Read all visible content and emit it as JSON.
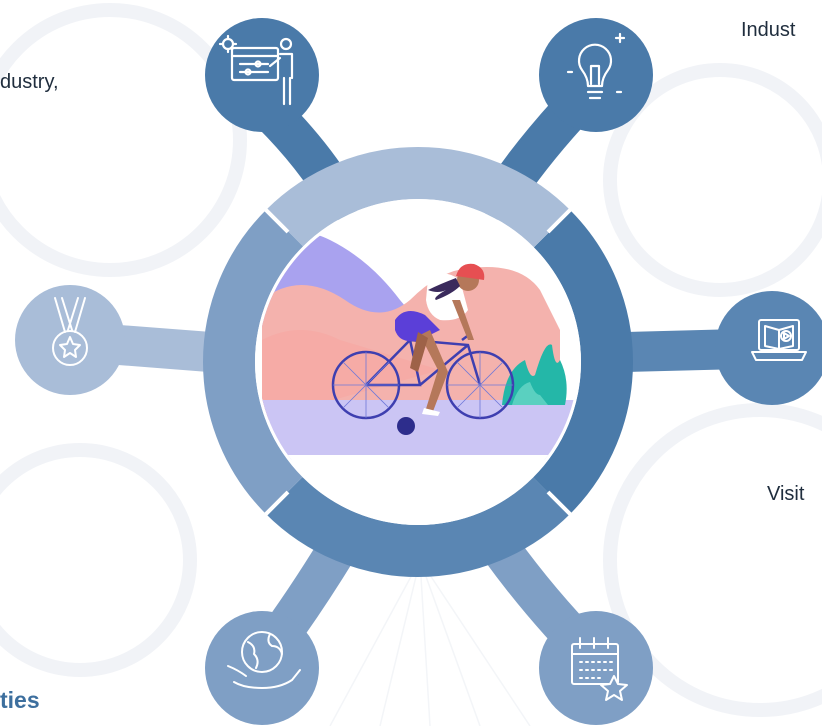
{
  "texts": {
    "left_top": "dustry,",
    "right_top": "Indust",
    "right_mid": "Visit",
    "bottom_left": "ties"
  },
  "colors": {
    "ring_top": "#4a7aa9",
    "ring_right": "#5a86b3",
    "ring_bottom": "#7f9fc5",
    "ring_left": "#a9bdd8",
    "background_pattern": "#f3f5f8",
    "icon_stroke": "#ffffff"
  },
  "nodes": [
    {
      "id": "top-left",
      "icon": "dashboard-presentation-icon"
    },
    {
      "id": "top-right",
      "icon": "lightbulb-idea-icon"
    },
    {
      "id": "left",
      "icon": "medal-award-icon"
    },
    {
      "id": "right",
      "icon": "laptop-video-book-icon"
    },
    {
      "id": "bottom-left",
      "icon": "globe-in-hand-icon"
    },
    {
      "id": "bottom-right",
      "icon": "calendar-star-icon"
    }
  ],
  "center": {
    "illustration": "woman-cycling-illustration"
  }
}
